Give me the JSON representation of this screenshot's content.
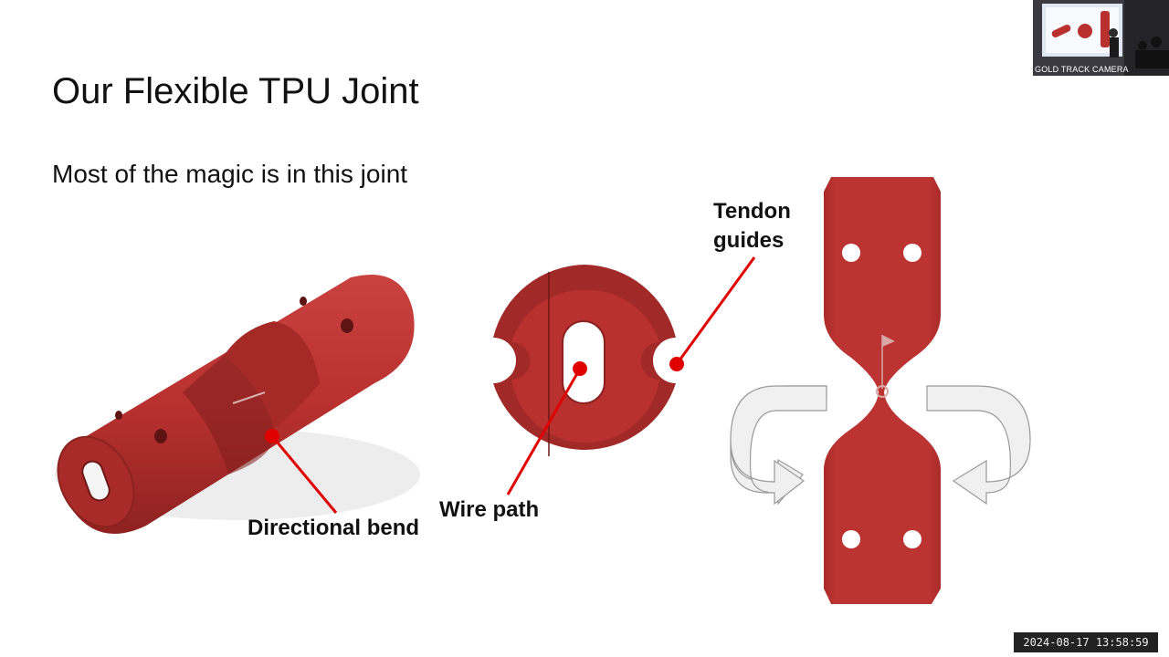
{
  "slide": {
    "title": "Our Flexible TPU Joint",
    "subtitle": "Most of the magic is in this joint"
  },
  "labels": {
    "directional_bend": "Directional bend",
    "wire_path": "Wire path",
    "tendon_guides": "Tendon guides"
  },
  "camera": {
    "label": "GOLD TRACK CAMERA"
  },
  "timestamp": "2024-08-17 13:58:59",
  "colors": {
    "joint_red": "#b8312f",
    "joint_dark": "#8e2220",
    "marker_red": "#e00000",
    "arrow_fill": "#f0f0f0"
  }
}
